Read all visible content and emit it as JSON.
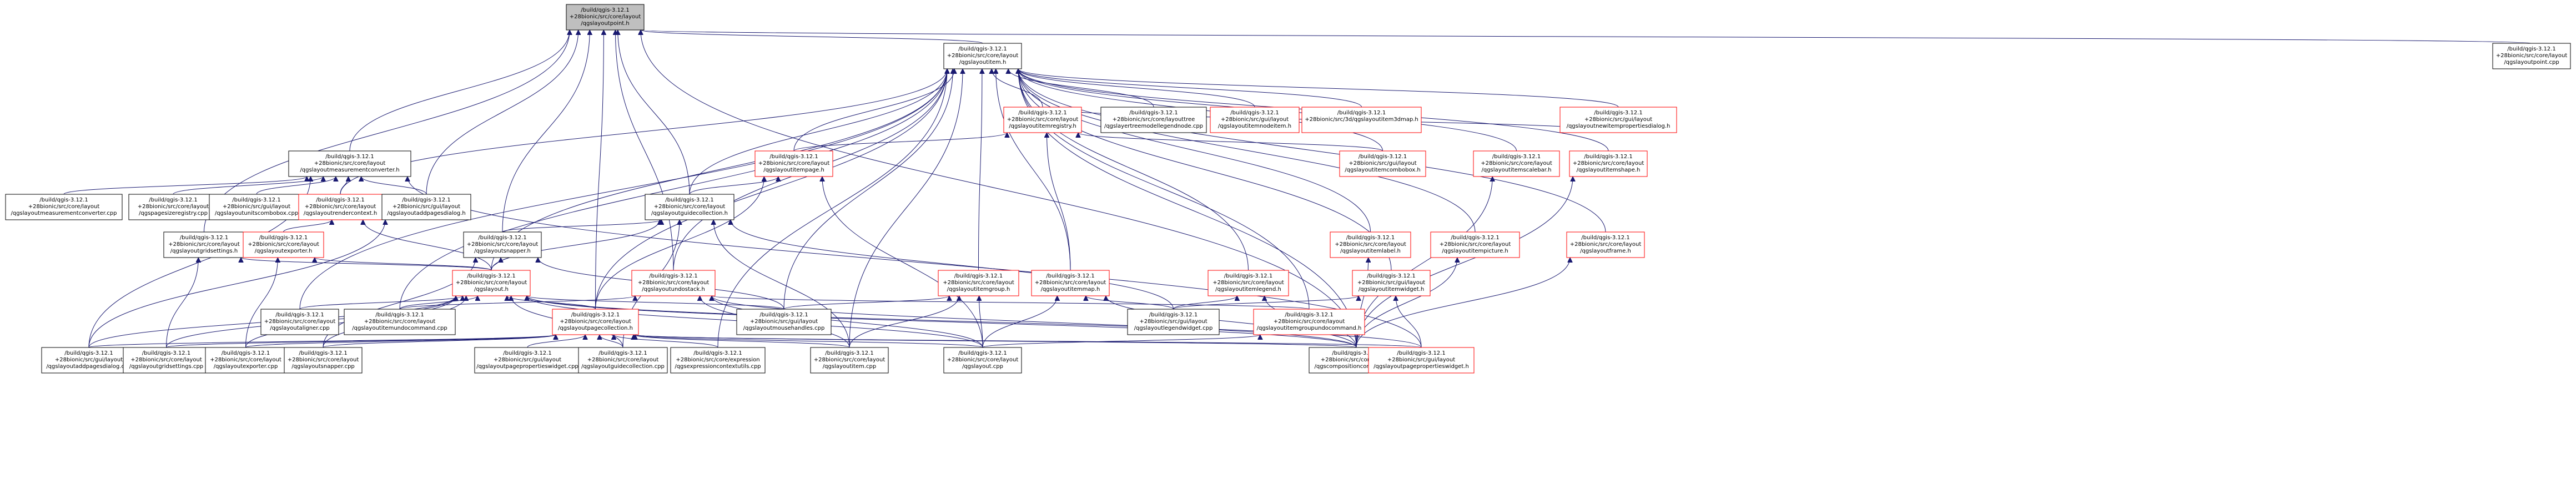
{
  "colors": {
    "edge": "#191970",
    "root_fill": "#bfbfbf",
    "root_border": "#000000",
    "node_fill": "#ffffff",
    "node_border_expanded": "#000000",
    "node_border_truncated": "#ff0000",
    "text": "#000000"
  },
  "graph": {
    "nodes": [
      {
        "id": "root",
        "lines": [
          "/build/qgis-3.12.1",
          "+28bionic/src/core/layout",
          "/qgslayoutpoint.h"
        ],
        "root": true,
        "truncated": false
      },
      {
        "id": "layoutitem_h",
        "lines": [
          "/build/qgis-3.12.1",
          "+28bionic/src/core/layout",
          "/qgslayoutitem.h"
        ],
        "truncated": false
      },
      {
        "id": "layoutpoint_cpp",
        "lines": [
          "/build/qgis-3.12.1",
          "+28bionic/src/core/layout",
          "/qgslayoutpoint.cpp"
        ],
        "truncated": false
      },
      {
        "id": "measconv_h",
        "lines": [
          "/build/qgis-3.12.1",
          "+28bionic/src/core/layout",
          "/qgslayoutmeasurementconverter.h"
        ],
        "truncated": false
      },
      {
        "id": "itemregistry_h",
        "lines": [
          "/build/qgis-3.12.1",
          "+28bionic/src/core/layout",
          "/qgslayoutitemregistry.h"
        ],
        "truncated": true
      },
      {
        "id": "itempage_h",
        "lines": [
          "/build/qgis-3.12.1",
          "+28bionic/src/core/layout",
          "/qgslayoutitempage.h"
        ],
        "truncated": true
      },
      {
        "id": "layouttree_cpp",
        "lines": [
          "/build/qgis-3.12.1",
          "+28bionic/src/core/layouttree",
          "/qgslayertreemodellegendnode.cpp"
        ],
        "truncated": false
      },
      {
        "id": "itemnodeitem_h",
        "lines": [
          "/build/qgis-3.12.1",
          "+28bionic/src/gui/layout",
          "/qgslayoutitemnodeitem.h"
        ],
        "truncated": true
      },
      {
        "id": "itemmap3d_h",
        "lines": [
          "/build/qgis-3.12.1",
          "+28bionic/src/3d/qgslayoutitem3dmap.h"
        ],
        "truncated": true
      },
      {
        "id": "newitemprops_h",
        "lines": [
          "/build/qgis-3.12.1",
          "+28bionic/src/gui/layout",
          "/qgslayoutnewitempropertiesdialog.h"
        ],
        "truncated": true
      },
      {
        "id": "itemcombobox_h",
        "lines": [
          "/build/qgis-3.12.1",
          "+28bionic/src/gui/layout",
          "/qgslayoutitemcombobox.h"
        ],
        "truncated": true
      },
      {
        "id": "scalebar_h",
        "lines": [
          "/build/qgis-3.12.1",
          "+28bionic/src/core/layout",
          "/qgslayoutitemscalebar.h"
        ],
        "truncated": true
      },
      {
        "id": "shape_h",
        "lines": [
          "/build/qgis-3.12.1",
          "+28bionic/src/core/layout",
          "/qgslayoutitemshape.h"
        ],
        "truncated": true
      },
      {
        "id": "measconv_cpp",
        "lines": [
          "/build/qgis-3.12.1",
          "+28bionic/src/core/layout",
          "/qgslayoutmeasurementconverter.cpp"
        ],
        "truncated": false
      },
      {
        "id": "papersize_cpp",
        "lines": [
          "/build/qgis-3.12.1",
          "+28bionic/src/core/layout",
          "/qgspagesizeregistry.cpp"
        ],
        "truncated": false
      },
      {
        "id": "unitscombo_cpp",
        "lines": [
          "/build/qgis-3.12.1",
          "+28bionic/src/gui/layout",
          "/qgslayoutunitscombobox.cpp"
        ],
        "truncated": false
      },
      {
        "id": "rendercontext_h",
        "lines": [
          "/build/qgis-3.12.1",
          "+28bionic/src/core/layout",
          "/qgslayoutrendercontext.h"
        ],
        "truncated": true
      },
      {
        "id": "addpages_h",
        "lines": [
          "/build/qgis-3.12.1",
          "+28bionic/src/gui/layout",
          "/qgslayoutaddpagesdialog.h"
        ],
        "truncated": false
      },
      {
        "id": "guidecoll_h",
        "lines": [
          "/build/qgis-3.12.1",
          "+28bionic/src/core/layout",
          "/qgslayoutguidecollection.h"
        ],
        "truncated": false
      },
      {
        "id": "gridsettings_h",
        "lines": [
          "/build/qgis-3.12.1",
          "+28bionic/src/core/layout",
          "/qgslayoutgridsettings.h"
        ],
        "truncated": false
      },
      {
        "id": "exporter_h",
        "lines": [
          "/build/qgis-3.12.1",
          "+28bionic/src/core/layout",
          "/qgslayoutexporter.h"
        ],
        "truncated": true
      },
      {
        "id": "snapper_h",
        "lines": [
          "/build/qgis-3.12.1",
          "+28bionic/src/core/layout",
          "/qgslayoutsnapper.h"
        ],
        "truncated": false
      },
      {
        "id": "itemlabel_h",
        "lines": [
          "/build/qgis-3.12.1",
          "+28bionic/src/core/layout",
          "/qgslayoutitemlabel.h"
        ],
        "truncated": true
      },
      {
        "id": "itempicture_h",
        "lines": [
          "/build/qgis-3.12.1",
          "+28bionic/src/core/layout",
          "/qgslayoutitempicture.h"
        ],
        "truncated": true
      },
      {
        "id": "frame_h",
        "lines": [
          "/build/qgis-3.12.1",
          "+28bionic/src/core/layout",
          "/qgslayoutframe.h"
        ],
        "truncated": true
      },
      {
        "id": "itemgroup_h",
        "lines": [
          "/build/qgis-3.12.1",
          "+28bionic/src/core/layout",
          "/qgslayoutitemgroup.h"
        ],
        "truncated": true
      },
      {
        "id": "itemmap_h",
        "lines": [
          "/build/qgis-3.12.1",
          "+28bionic/src/core/layout",
          "/qgslayoutitemmap.h"
        ],
        "truncated": true
      },
      {
        "id": "itemlegend_h",
        "lines": [
          "/build/qgis-3.12.1",
          "+28bionic/src/core/layout",
          "/qgslayoutitemlegend.h"
        ],
        "truncated": true
      },
      {
        "id": "itemwidget_h",
        "lines": [
          "/build/qgis-3.12.1",
          "+28bionic/src/gui/layout",
          "/qgslayoutitemwidget.h"
        ],
        "truncated": true
      },
      {
        "id": "layout_h",
        "lines": [
          "/build/qgis-3.12.1",
          "+28bionic/src/core/layout",
          "/qgslayout.h"
        ],
        "truncated": true
      },
      {
        "id": "undostack_h",
        "lines": [
          "/build/qgis-3.12.1",
          "+28bionic/src/core/layout",
          "/qgslayoutundostack.h"
        ],
        "truncated": true
      },
      {
        "id": "aligner_cpp",
        "lines": [
          "/build/qgis-3.12.1",
          "+28bionic/src/core/layout",
          "/qgslayoutaligner.cpp"
        ],
        "truncated": false
      },
      {
        "id": "undocommand_cpp",
        "lines": [
          "/build/qgis-3.12.1",
          "+28bionic/src/core/layout",
          "/qgslayoutitemundocommand.cpp"
        ],
        "truncated": false
      },
      {
        "id": "pagecoll_h",
        "lines": [
          "/build/qgis-3.12.1",
          "+28bionic/src/core/layout",
          "/qgslayoutpagecollection.h"
        ],
        "truncated": true
      },
      {
        "id": "mousehandles_cpp",
        "lines": [
          "/build/qgis-3.12.1",
          "+28bionic/src/gui/layout",
          "/qgslayoutmousehandles.cpp"
        ],
        "truncated": false
      },
      {
        "id": "legendwidget_cpp",
        "lines": [
          "/build/qgis-3.12.1",
          "+28bionic/src/gui/layout",
          "/qgslayoutlegendwidget.cpp"
        ],
        "truncated": false
      },
      {
        "id": "groupundo_h",
        "lines": [
          "/build/qgis-3.12.1",
          "+28bionic/src/core/layout",
          "/qgslayoutitemgroupundocommand.h"
        ],
        "truncated": true
      },
      {
        "id": "addpagesdlg_cpp",
        "lines": [
          "/build/qgis-3.12.1",
          "+28bionic/src/gui/layout",
          "/qgslayoutaddpagesdialog.cpp"
        ],
        "truncated": false
      },
      {
        "id": "gridsettings_cpp",
        "lines": [
          "/build/qgis-3.12.1",
          "+28bionic/src/core/layout",
          "/qgslayoutgridsettings.cpp"
        ],
        "truncated": false
      },
      {
        "id": "exporter_cpp",
        "lines": [
          "/build/qgis-3.12.1",
          "+28bionic/src/core/layout",
          "/qgslayoutexporter.cpp"
        ],
        "truncated": false
      },
      {
        "id": "snapper_cpp",
        "lines": [
          "/build/qgis-3.12.1",
          "+28bionic/src/core/layout",
          "/qgslayoutsnapper.cpp"
        ],
        "truncated": false
      },
      {
        "id": "pageprops_cpp",
        "lines": [
          "/build/qgis-3.12.1",
          "+28bionic/src/gui/layout",
          "/qgslayoutpagepropertieswidget.cpp"
        ],
        "truncated": false
      },
      {
        "id": "guidecoll_cpp",
        "lines": [
          "/build/qgis-3.12.1",
          "+28bionic/src/core/layout",
          "/qgslayoutguidecollection.cpp"
        ],
        "truncated": false
      },
      {
        "id": "exprcontext_cpp",
        "lines": [
          "/build/qgis-3.12.1",
          "+28bionic/src/core/expression",
          "/qgsexpressioncontextutils.cpp"
        ],
        "truncated": false
      },
      {
        "id": "layoutitem_cpp",
        "lines": [
          "/build/qgis-3.12.1",
          "+28bionic/src/core/layout",
          "/qgslayoutitem.cpp"
        ],
        "truncated": false
      },
      {
        "id": "layout_cpp",
        "lines": [
          "/build/qgis-3.12.1",
          "+28bionic/src/core/layout",
          "/qgslayout.cpp"
        ],
        "truncated": false
      },
      {
        "id": "compconv_cpp",
        "lines": [
          "/build/qgis-3.12.1",
          "+28bionic/src/core/layout",
          "/qgscompositionconverter.cpp"
        ],
        "truncated": false
      },
      {
        "id": "pageprops_h",
        "lines": [
          "/build/qgis-3.12.1",
          "+28bionic/src/gui/layout",
          "/qgslayoutpagepropertieswidget.h"
        ],
        "truncated": true
      }
    ],
    "edges": [
      [
        "layoutitem_h",
        "root"
      ],
      [
        "layoutpoint_cpp",
        "root"
      ],
      [
        "measconv_h",
        "root"
      ],
      [
        "addpages_h",
        "root"
      ],
      [
        "gridsettings_h",
        "root"
      ],
      [
        "snapper_h",
        "root"
      ],
      [
        "pagecoll_h",
        "root"
      ],
      [
        "guidecoll_h",
        "root"
      ],
      [
        "compconv_cpp",
        "root"
      ],
      [
        "undostack_h",
        "root"
      ],
      [
        "itemregistry_h",
        "layoutitem_h"
      ],
      [
        "itempage_h",
        "layoutitem_h"
      ],
      [
        "layouttree_cpp",
        "layoutitem_h"
      ],
      [
        "itemnodeitem_h",
        "layoutitem_h"
      ],
      [
        "itemmap3d_h",
        "layoutitem_h"
      ],
      [
        "newitemprops_h",
        "layoutitem_h"
      ],
      [
        "itemcombobox_h",
        "layoutitem_h"
      ],
      [
        "scalebar_h",
        "layoutitem_h"
      ],
      [
        "shape_h",
        "layoutitem_h"
      ],
      [
        "itemlabel_h",
        "layoutitem_h"
      ],
      [
        "itempicture_h",
        "layoutitem_h"
      ],
      [
        "frame_h",
        "layoutitem_h"
      ],
      [
        "itemgroup_h",
        "layoutitem_h"
      ],
      [
        "itemmap_h",
        "layoutitem_h"
      ],
      [
        "itemlegend_h",
        "layoutitem_h"
      ],
      [
        "itemwidget_h",
        "layoutitem_h"
      ],
      [
        "layout_h",
        "layoutitem_h"
      ],
      [
        "undostack_h",
        "layoutitem_h"
      ],
      [
        "pagecoll_h",
        "layoutitem_h"
      ],
      [
        "aligner_cpp",
        "layoutitem_h"
      ],
      [
        "undocommand_cpp",
        "layoutitem_h"
      ],
      [
        "mousehandles_cpp",
        "layoutitem_h"
      ],
      [
        "groupundo_h",
        "layoutitem_h"
      ],
      [
        "layoutitem_cpp",
        "layoutitem_h"
      ],
      [
        "compconv_cpp",
        "layoutitem_h"
      ],
      [
        "exprcontext_cpp",
        "layoutitem_h"
      ],
      [
        "guidecoll_h",
        "layoutitem_h"
      ],
      [
        "rendercontext_h",
        "layoutitem_h"
      ],
      [
        "measconv_cpp",
        "measconv_h"
      ],
      [
        "papersize_cpp",
        "measconv_h"
      ],
      [
        "unitscombo_cpp",
        "measconv_h"
      ],
      [
        "rendercontext_h",
        "measconv_h"
      ],
      [
        "addpages_h",
        "measconv_h"
      ],
      [
        "addpagesdlg_cpp",
        "measconv_h"
      ],
      [
        "pageprops_h",
        "measconv_h"
      ],
      [
        "itempage_h",
        "itemregistry_h"
      ],
      [
        "itemcombobox_h",
        "itemregistry_h"
      ],
      [
        "newitemprops_h",
        "itemregistry_h"
      ],
      [
        "itemmap_h",
        "itemregistry_h"
      ],
      [
        "guidecoll_h",
        "itempage_h"
      ],
      [
        "pagecoll_h",
        "itempage_h"
      ],
      [
        "layout_cpp",
        "itempage_h"
      ],
      [
        "exporter_h",
        "rendercontext_h"
      ],
      [
        "layout_h",
        "rendercontext_h"
      ],
      [
        "addpagesdlg_cpp",
        "addpages_h"
      ],
      [
        "snapper_h",
        "guidecoll_h"
      ],
      [
        "layout_h",
        "guidecoll_h"
      ],
      [
        "guidecoll_cpp",
        "guidecoll_h"
      ],
      [
        "legendwidget_cpp",
        "guidecoll_h"
      ],
      [
        "layoutitem_cpp",
        "guidecoll_h"
      ],
      [
        "gridsettings_cpp",
        "gridsettings_h"
      ],
      [
        "layout_h",
        "gridsettings_h"
      ],
      [
        "exporter_cpp",
        "exporter_h"
      ],
      [
        "layout_h",
        "exporter_h"
      ],
      [
        "layout_h",
        "snapper_h"
      ],
      [
        "snapper_cpp",
        "snapper_h"
      ],
      [
        "mousehandles_cpp",
        "snapper_h"
      ],
      [
        "compconv_cpp",
        "itemlabel_h"
      ],
      [
        "compconv_cpp",
        "itempicture_h"
      ],
      [
        "compconv_cpp",
        "frame_h"
      ],
      [
        "compconv_cpp",
        "scalebar_h"
      ],
      [
        "compconv_cpp",
        "shape_h"
      ],
      [
        "layout_cpp",
        "itemgroup_h"
      ],
      [
        "layoutitem_cpp",
        "itemgroup_h"
      ],
      [
        "mousehandles_cpp",
        "itemgroup_h"
      ],
      [
        "compconv_cpp",
        "itemmap_h"
      ],
      [
        "layout_cpp",
        "itemmap_h"
      ],
      [
        "legendwidget_cpp",
        "itemmap_h"
      ],
      [
        "legendwidget_cpp",
        "itemlegend_h"
      ],
      [
        "compconv_cpp",
        "itemlegend_h"
      ],
      [
        "legendwidget_cpp",
        "itemwidget_h"
      ],
      [
        "pageprops_h",
        "itemwidget_h"
      ],
      [
        "aligner_cpp",
        "layout_h"
      ],
      [
        "undocommand_cpp",
        "layout_h"
      ],
      [
        "pagecoll_h",
        "layout_h"
      ],
      [
        "mousehandles_cpp",
        "layout_h"
      ],
      [
        "addpagesdlg_cpp",
        "layout_h"
      ],
      [
        "gridsettings_cpp",
        "layout_h"
      ],
      [
        "exporter_cpp",
        "layout_h"
      ],
      [
        "snapper_cpp",
        "layout_h"
      ],
      [
        "guidecoll_cpp",
        "layout_h"
      ],
      [
        "layout_cpp",
        "layout_h"
      ],
      [
        "compconv_cpp",
        "layout_h"
      ],
      [
        "pageprops_h",
        "layout_h"
      ],
      [
        "layout_cpp",
        "undostack_h"
      ],
      [
        "undocommand_cpp",
        "undostack_h"
      ],
      [
        "layoutitem_cpp",
        "undostack_h"
      ],
      [
        "groupundo_h",
        "undostack_h"
      ],
      [
        "compconv_cpp",
        "undostack_h"
      ],
      [
        "addpagesdlg_cpp",
        "pagecoll_h"
      ],
      [
        "gridsettings_cpp",
        "pagecoll_h"
      ],
      [
        "exporter_cpp",
        "pagecoll_h"
      ],
      [
        "snapper_cpp",
        "pagecoll_h"
      ],
      [
        "pageprops_cpp",
        "pagecoll_h"
      ],
      [
        "guidecoll_cpp",
        "pagecoll_h"
      ],
      [
        "exprcontext_cpp",
        "pagecoll_h"
      ],
      [
        "layoutitem_cpp",
        "pagecoll_h"
      ],
      [
        "layout_cpp",
        "pagecoll_h"
      ],
      [
        "compconv_cpp",
        "pagecoll_h"
      ],
      [
        "pageprops_h",
        "pagecoll_h"
      ],
      [
        "layout_cpp",
        "groupundo_h"
      ]
    ]
  }
}
